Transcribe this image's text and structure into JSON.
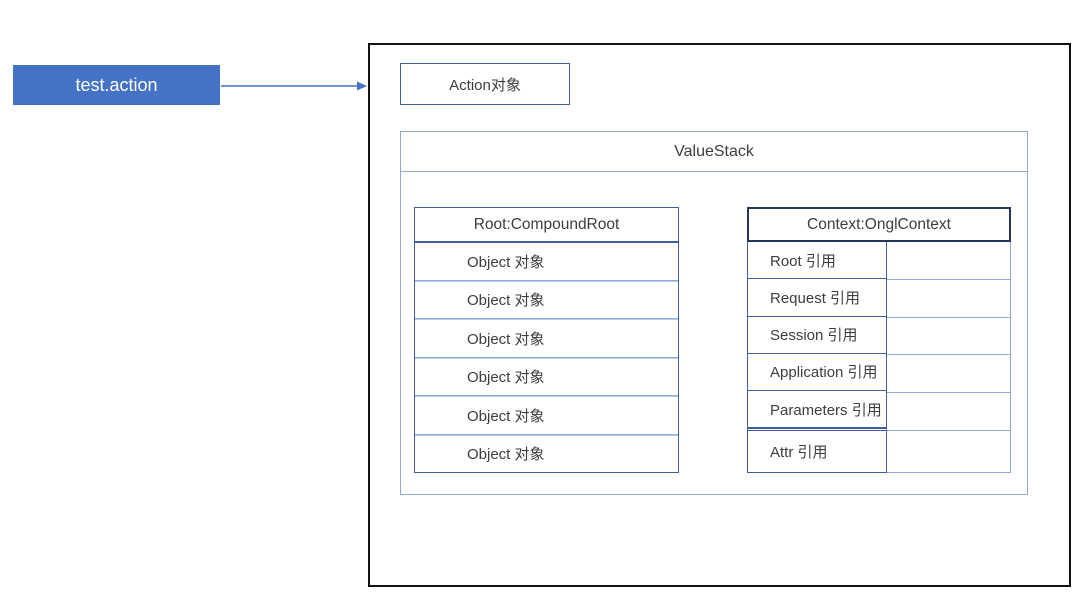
{
  "diagram": {
    "source_box": {
      "label": "test.action"
    },
    "action_box": {
      "label": "Action对象"
    },
    "valuestack": {
      "title": "ValueStack",
      "root_table": {
        "header": "Root:CompoundRoot",
        "rows": [
          "Object 对象",
          "Object 对象",
          "Object 对象",
          "Object 对象",
          "Object 对象",
          "Object 对象"
        ]
      },
      "context_table": {
        "header": "Context:OnglContext",
        "rows": [
          "Root 引用",
          "Request 引用",
          "Session 引用",
          "Application 引用",
          "Parameters 引用",
          "Attr 引用"
        ]
      }
    },
    "arrow": {
      "from": "test.action",
      "to": "container"
    }
  },
  "colors": {
    "accent_blue": "#4472C4",
    "light_border": "#8FAADC",
    "medium_border": "#3F5F9E",
    "dark_border": "#24365F",
    "outer_border": "#111111",
    "text_color": "#3D3D3D"
  }
}
